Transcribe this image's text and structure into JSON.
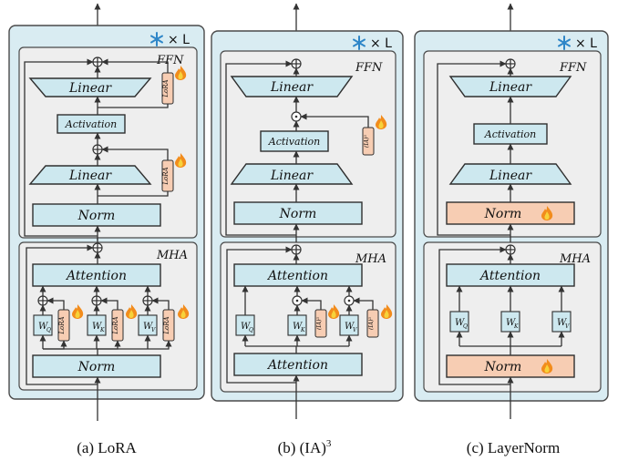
{
  "repeat_label": "× L",
  "frozen_icon": "snowflake-icon",
  "trainable_icon": "flame-icon",
  "colors": {
    "outer": "#d9ecf2",
    "sub": "#eeeeee",
    "block": "#cde8ef",
    "trainable": "#f7cdb3"
  },
  "panels": [
    {
      "ffn_label": "FFN",
      "mha_label": "MHA",
      "linear_top": "Linear",
      "activation": "Activation",
      "linear_bottom": "Linear",
      "ffn_norm": "Norm",
      "attention": "Attention",
      "input_block": "Norm",
      "wq": "Q",
      "wk": "K",
      "wv": "V",
      "adapter": "LoRA",
      "caption": "(a) LoRA"
    },
    {
      "ffn_label": "FFN",
      "mha_label": "MHA",
      "linear_top": "Linear",
      "activation": "Activation",
      "linear_bottom": "Linear",
      "ffn_norm": "Norm",
      "attention": "Attention",
      "input_block": "Attention",
      "wq": "Q",
      "wk": "K",
      "wv": "V",
      "adapter": "(IA)",
      "adapter_sup": "3",
      "caption": "(b) (IA)",
      "caption_sup": "3"
    },
    {
      "ffn_label": "FFN",
      "mha_label": "MHA",
      "linear_top": "Linear",
      "activation": "Activation",
      "linear_bottom": "Linear",
      "ffn_norm": "Norm",
      "attention": "Attention",
      "input_block": "Norm",
      "wq": "Q",
      "wk": "K",
      "wv": "V",
      "caption": "(c) LayerNorm"
    }
  ]
}
